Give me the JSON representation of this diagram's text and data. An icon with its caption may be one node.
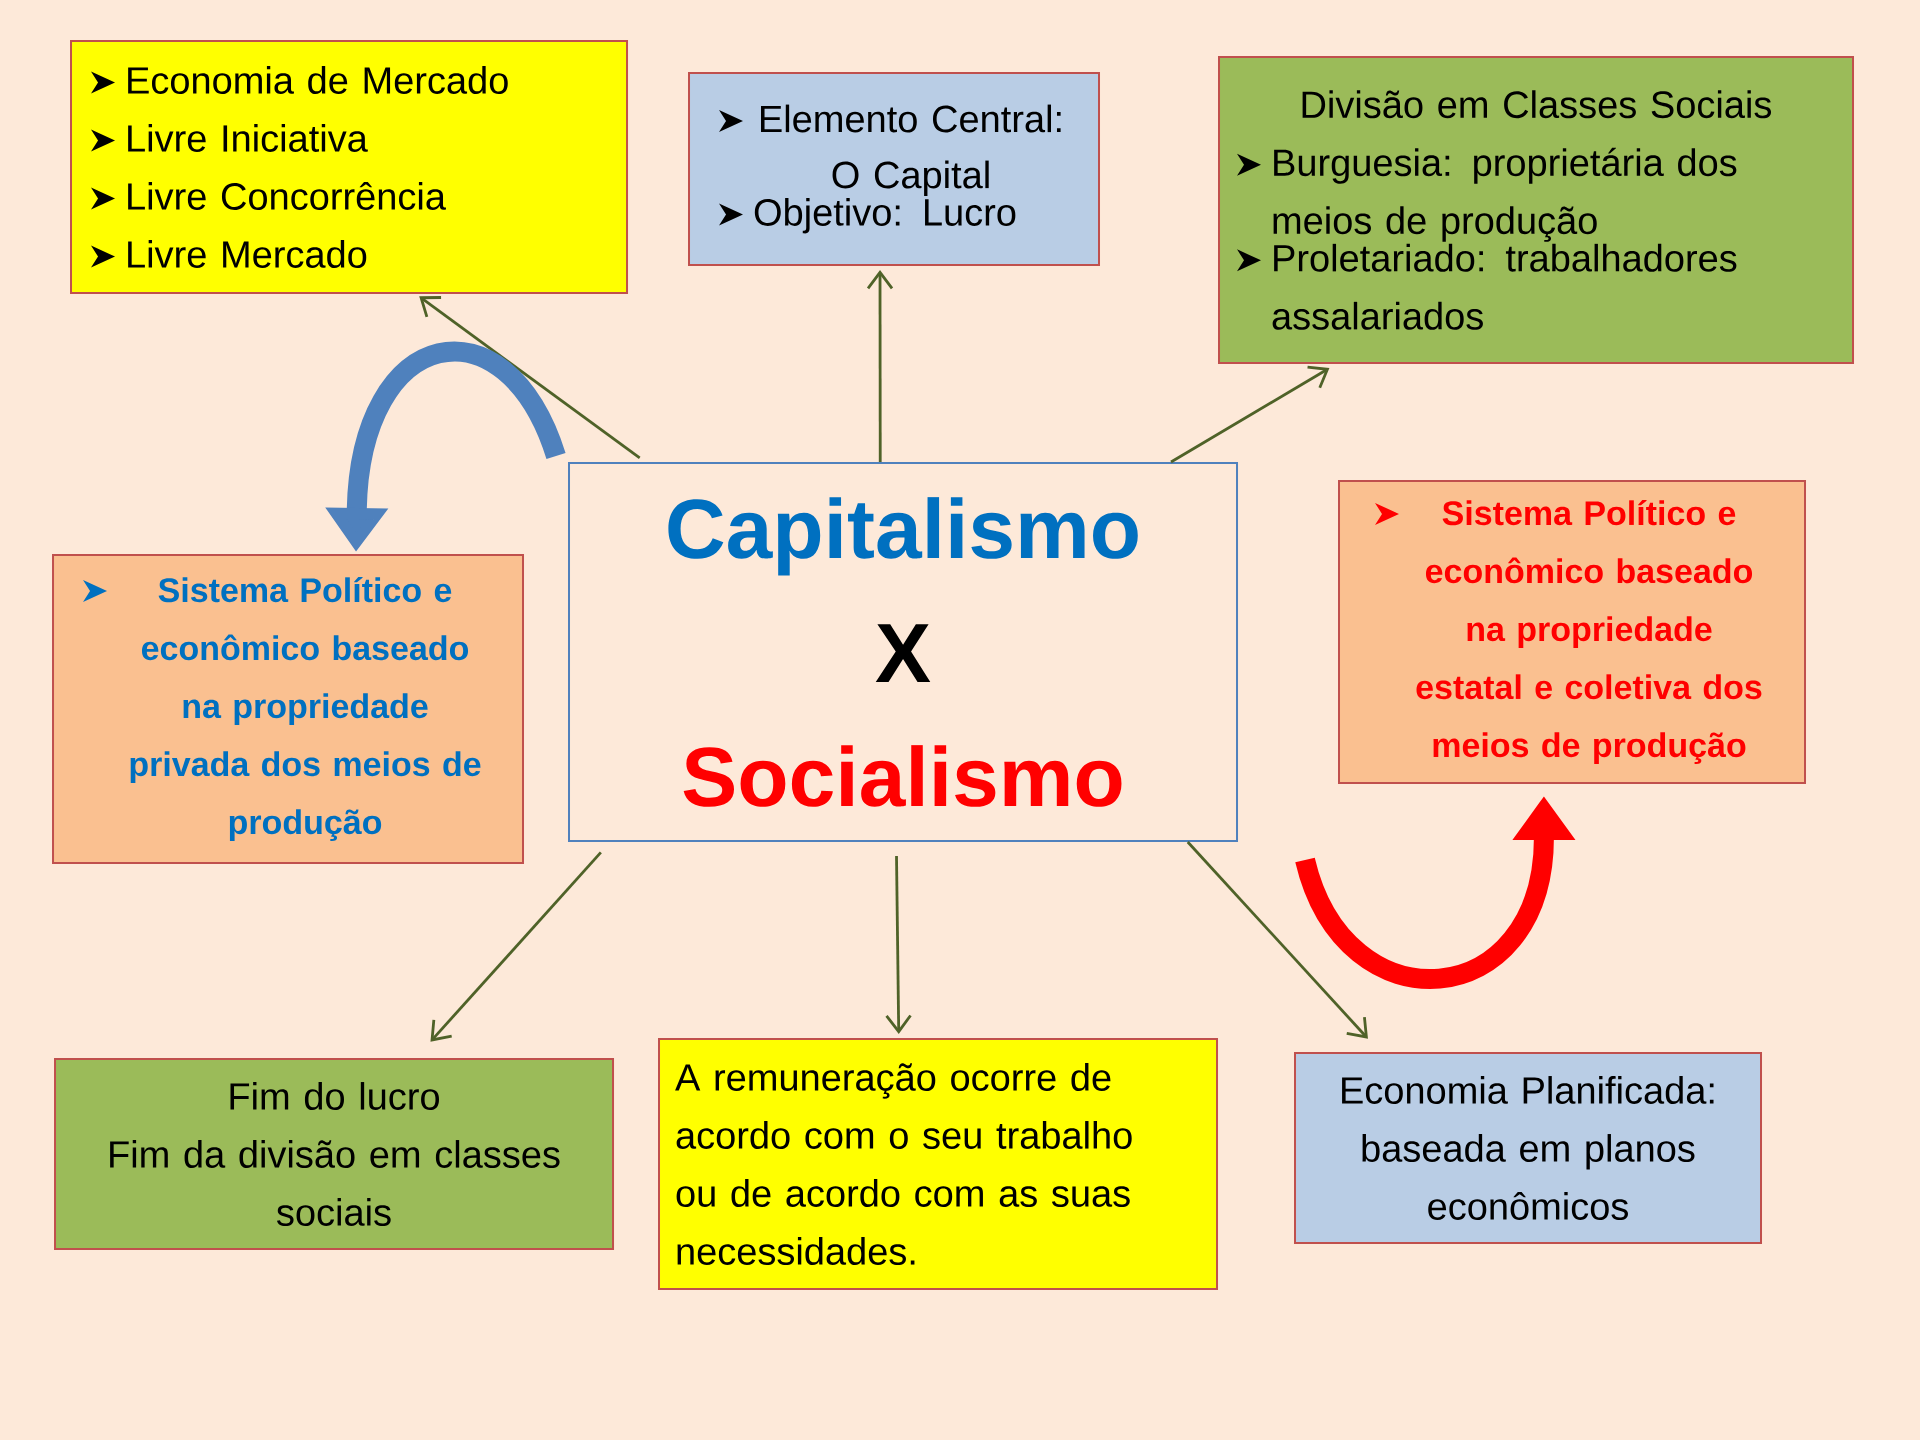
{
  "diagram": {
    "nodes": [
      {
        "text": [
          "Capitalismo",
          "X",
          "Socialismo"
        ]
      },
      {
        "text": [
          "Economia de Mercado",
          "Livre Iniciativa",
          "Livre Concorrência",
          "Livre Mercado"
        ]
      },
      {
        "text": [
          "Elemento Central: O Capital",
          "Objetivo: Lucro"
        ]
      },
      {
        "text": [
          "Divisão em Classes Sociais",
          "Burguesia: proprietária dos meios de produção",
          "Proletariado: trabalhadores assalariados"
        ]
      },
      {
        "text": [
          "Sistema Político e econômico baseado na propriedade privada dos meios de produção"
        ]
      },
      {
        "text": [
          "Sistema Político e econômico baseado na propriedade estatal e coletiva dos meios de produção"
        ]
      },
      {
        "text": [
          "Fim do lucro",
          "Fim da divisão em classes sociais"
        ]
      },
      {
        "text": [
          "A remuneração ocorre de acordo com o seu trabalho ou de acordo com as suas necessidades."
        ]
      },
      {
        "text": [
          "Economia Planificada: baseada em planos econômicos"
        ]
      }
    ],
    "edges": [
      {
        "from": 0,
        "to": 1,
        "arrow": "to"
      },
      {
        "from": 0,
        "to": 2,
        "arrow": "to"
      },
      {
        "from": 0,
        "to": 3,
        "arrow": "to"
      },
      {
        "from": 0,
        "to": 6,
        "arrow": "to"
      },
      {
        "from": 0,
        "to": 7,
        "arrow": "to"
      },
      {
        "from": 0,
        "to": 8,
        "arrow": "to"
      },
      {
        "from": 0,
        "to": 4,
        "arrow": "to",
        "style": "thick",
        "color": "#4f81bd"
      },
      {
        "from": 0,
        "to": 5,
        "arrow": "to",
        "style": "thick",
        "color": "#ff0000"
      }
    ]
  }
}
